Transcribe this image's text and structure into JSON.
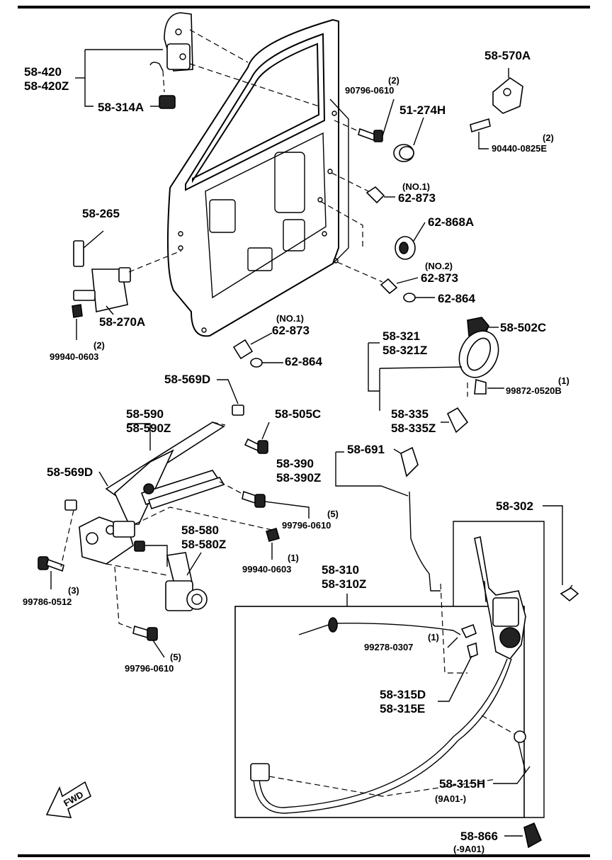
{
  "parts": {
    "p_58_420": "58-420",
    "p_58_420z": "58-420Z",
    "p_58_314a": "58-314A",
    "p_90796_qty": "(2)",
    "p_90796": "90796-0610",
    "p_51_274h": "51-274H",
    "p_58_570a": "58-570A",
    "p_90440_qty": "(2)",
    "p_90440": "90440-0825E",
    "p_no1_a": "(NO.1)",
    "p_62_873_a": "62-873",
    "p_62_868a": "62-868A",
    "p_58_265": "58-265",
    "p_no2": "(NO.2)",
    "p_62_873_b": "62-873",
    "p_62_864_a": "62-864",
    "p_58_270a": "58-270A",
    "p_99940_qty_a": "(2)",
    "p_99940_a": "99940-0603",
    "p_no1_b": "(NO.1)",
    "p_62_873_c": "62-873",
    "p_62_864_b": "62-864",
    "p_58_502c": "58-502C",
    "p_58_321": "58-321",
    "p_58_321z": "58-321Z",
    "p_99872_qty": "(1)",
    "p_99872": "99872-0520B",
    "p_58_335": "58-335",
    "p_58_335z": "58-335Z",
    "p_58_569d_a": "58-569D",
    "p_58_590": "58-590",
    "p_58_590z": "58-590Z",
    "p_58_505c": "58-505C",
    "p_58_390": "58-390",
    "p_58_390z": "58-390Z",
    "p_58_691": "58-691",
    "p_58_569d_b": "58-569D",
    "p_99796_qty_a": "(5)",
    "p_99796_a": "99796-0610",
    "p_58_302": "58-302",
    "p_58_580": "58-580",
    "p_58_580z": "58-580Z",
    "p_99940_qty_b": "(1)",
    "p_99940_b": "99940-0603",
    "p_99786_qty": "(3)",
    "p_99786": "99786-0512",
    "p_58_310": "58-310",
    "p_58_310z": "58-310Z",
    "p_99278_qty": "(1)",
    "p_99278": "99278-0307",
    "p_99796_qty_b": "(5)",
    "p_99796_b": "99796-0610",
    "p_58_315d": "58-315D",
    "p_58_315e": "58-315E",
    "p_58_315h": "58-315H",
    "p_58_315h_note": "(9A01-)",
    "p_58_866": "58-866",
    "p_58_866_note": "(-9A01)",
    "fwd": "FWD"
  },
  "icons": [
    "fwd-arrow-icon"
  ]
}
